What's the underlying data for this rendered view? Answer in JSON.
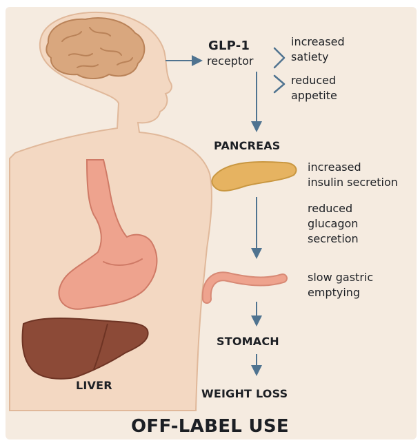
{
  "receptor": {
    "name": "GLP-1",
    "subtitle": "receptor"
  },
  "brain_effects": [
    {
      "line1": "increased",
      "line2": "satiety"
    },
    {
      "line1": "reduced",
      "line2": "appetite"
    }
  ],
  "pancreas": {
    "name": "PANCREAS",
    "effect_insulin": {
      "line1": "increased",
      "line2": "insulin secretion"
    },
    "effect_glucagon": {
      "line1": "reduced",
      "line2": "glucagon",
      "line3": "secretion"
    }
  },
  "gastric_effect": {
    "line1": "slow gastric",
    "line2": "emptying"
  },
  "stomach": {
    "name": "STOMACH"
  },
  "liver": {
    "name": "LIVER"
  },
  "outcome": {
    "name": "WEIGHT LOSS"
  },
  "footer": {
    "title": "OFF-LABEL USE"
  },
  "colors": {
    "background": "#f5ebe0",
    "body": "#f3d8c2",
    "body_outline": "#e0b89a",
    "brain": "#d9a77e",
    "stomach": "#eea38e",
    "pancreas": "#e6b361",
    "liver": "#8c4a37",
    "arrow": "#4f7390",
    "text": "#1c1f24"
  }
}
